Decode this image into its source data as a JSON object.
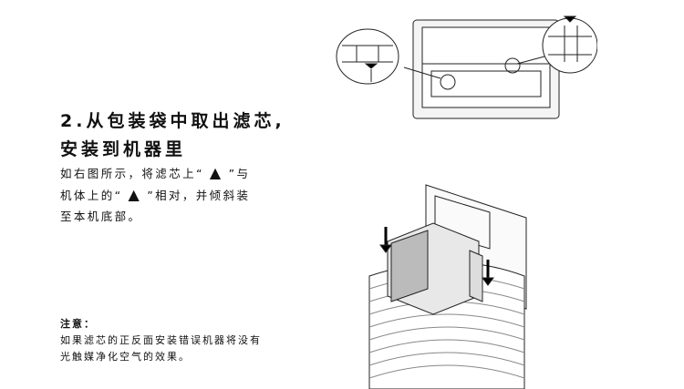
{
  "step": {
    "title_line1": "2.从包装袋中取出滤芯,",
    "title_line2": "安装到机器里"
  },
  "instructions": {
    "line1_a": "如右图所示，将滤芯上“",
    "line1_b": "”与",
    "line2_a": "机体上的“",
    "line2_b": "”相对，并倾斜装",
    "line3": "至本机底部。",
    "triangle": "▲"
  },
  "note": {
    "title": "注意：",
    "line1": "如果滤芯的正反面安装错误机器将没有",
    "line2": "光触媒净化空气的效果。"
  }
}
